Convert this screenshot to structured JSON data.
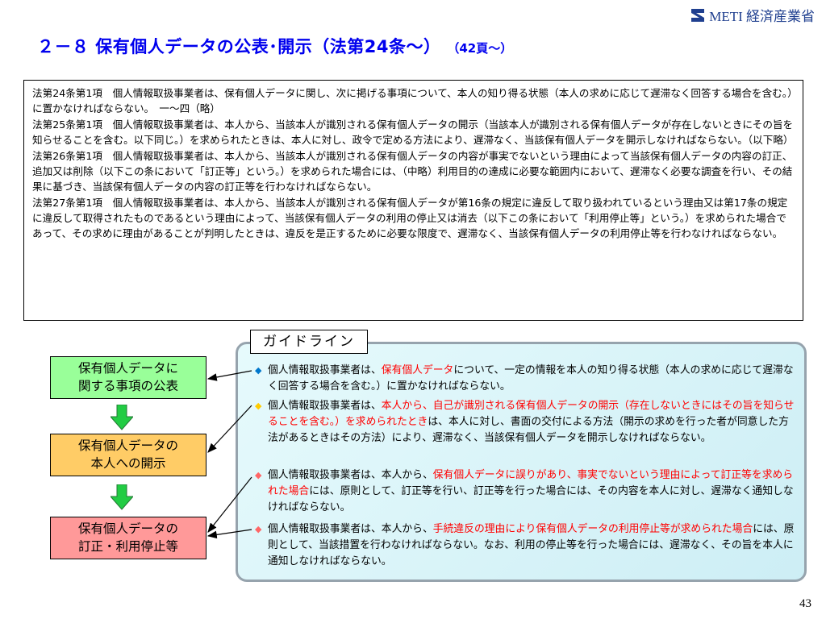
{
  "header": {
    "logo_text": "METI 経済産業省",
    "title": "２－８ 保有個人データの公表･開示（法第24条～）",
    "title_page_ref": "（42頁～）"
  },
  "law_articles": [
    "法第24条第1項　個人情報取扱事業者は、保有個人データに関し、次に掲げる事項について、本人の知り得る状態（本人の求めに応じて遅滞なく回答する場合を含む。）に置かなければならない。　一～四（略）",
    "法第25条第1項　個人情報取扱事業者は、本人から、当該本人が識別される保有個人データの開示（当該本人が識別される保有個人データが存在しないときにその旨を知らせることを含む。以下同じ。）を求められたときは、本人に対し、政令で定める方法により、遅滞なく、当該保有個人データを開示しなければならない。（以下略）",
    "法第26条第1項　個人情報取扱事業者は、本人から、当該本人が識別される保有個人データの内容が事実でないという理由によって当該保有個人データの内容の訂正、追加又は削除（以下この条において「訂正等」という。）を求められた場合には、（中略）利用目的の達成に必要な範囲内において、遅滞なく必要な調査を行い、その結果に基づき、当該保有個人データの内容の訂正等を行わなければならない。",
    "法第27条第1項　個人情報取扱事業者は、本人から、当該本人が識別される保有個人データが第16条の規定に違反して取り扱われているという理由又は第17条の規定に違反して取得されたものであるという理由によって、当該保有個人データの利用の停止又は消去（以下この条において「利用停止等」という。）を求められた場合であって、その求めに理由があることが判明したときは、違反を是正するために必要な限度で、遅滞なく、当該保有個人データの利用停止等を行わなければならない。"
  ],
  "flow": {
    "box1": [
      "保有個人データに",
      "関する事項の公表"
    ],
    "box2": [
      "保有個人データの",
      "本人への開示"
    ],
    "box3": [
      "保有個人データの",
      "訂正・利用停止等"
    ],
    "colors": {
      "box1": "#99ff99",
      "box2": "#ffcc66",
      "box3": "#ff9999",
      "arrow": "#22cc44"
    }
  },
  "guideline": {
    "label": "ガイドライン",
    "items": [
      {
        "bullet": "◆",
        "bullet_color": "#0077cc",
        "pre": "個人情報取扱事業者は、",
        "red": "保有個人データ",
        "post": "について、一定の情報を本人の知り得る状態（本人の求めに応じて遅滞なく回答する場合を含む。）に置かなければならない。"
      },
      {
        "bullet": "◆",
        "bullet_color": "#ffcc00",
        "pre": "個人情報取扱事業者は、",
        "red": "本人から、自己が識別される保有個人データの開示（存在しないときにはその旨を知らせることを含む。）を求められたとき",
        "post": "は、本人に対し、書面の交付による方法（開示の求めを行った者が同意した方法があるときはその方法）により、遅滞なく、当該保有個人データを開示しなければならない。"
      },
      {
        "bullet": "◆",
        "bullet_color": "#ff6666",
        "pre": "個人情報取扱事業者は、本人から、",
        "red": "保有個人データに誤りがあり、事実でないという理由によって訂正等を求められた場合",
        "post": "には、原則として、訂正等を行い、訂正等を行った場合には、その内容を本人に対し、遅滞なく通知しなければならない。"
      },
      {
        "bullet": "◆",
        "bullet_color": "#ff6666",
        "pre": "個人情報取扱事業者は、本人から、",
        "red": "手続違反の理由により保有個人データの利用停止等が求められた場合",
        "post": "には、原則として、当該措置を行わなければならない。なお、利用の停止等を行った場合には、遅滞なく、その旨を本人に通知しなければならない。"
      }
    ]
  },
  "page_number": "43"
}
